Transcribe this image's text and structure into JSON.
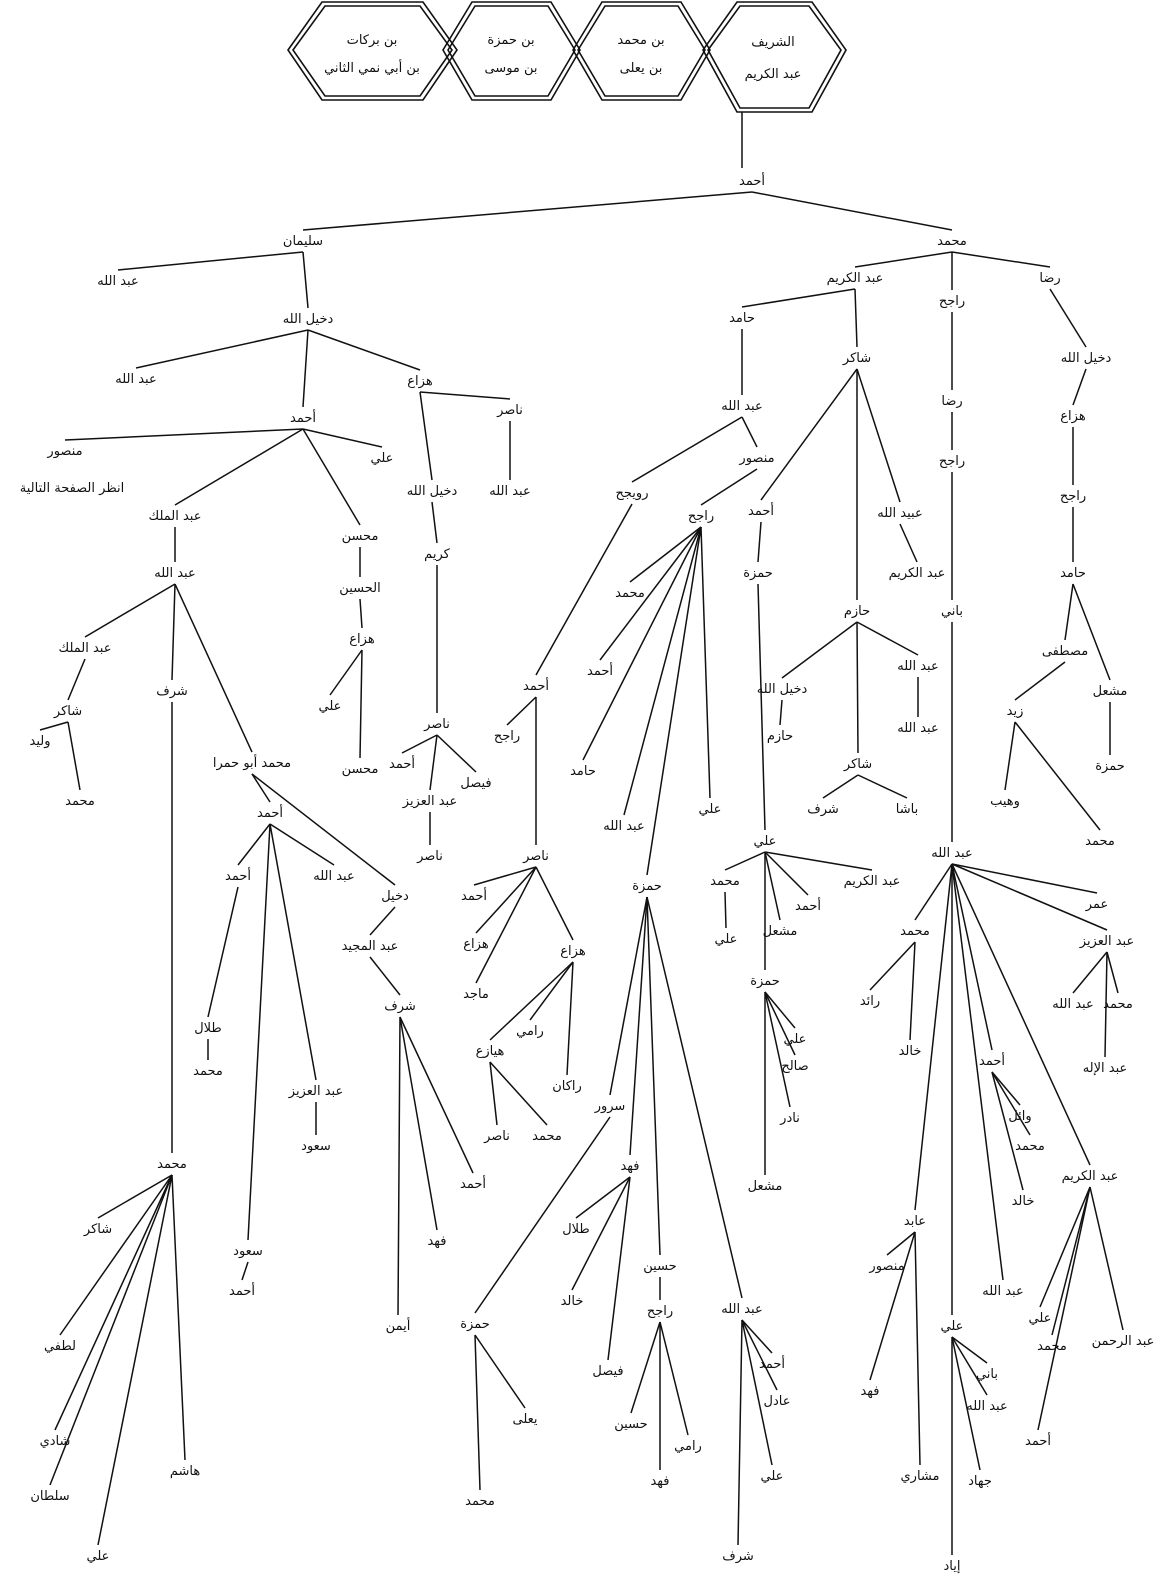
{
  "header_lineage": [
    {
      "line1": "بن بركات",
      "line2": "بن أبي نمي الثاني"
    },
    {
      "line1": "بن حمزة",
      "line2": "بن موسى"
    },
    {
      "line1": "بن محمد",
      "line2": "بن يعلى"
    },
    {
      "line1": "الشريف",
      "line2": "عبد الكريم"
    }
  ],
  "annotations": {
    "see_next_page": "انظر الصفحة التالية"
  },
  "people": [
    {
      "id": "root",
      "name": "أحمد"
    },
    {
      "id": "sulayman",
      "name": "سليمان",
      "parent": "root"
    },
    {
      "id": "muhammad1",
      "name": "محمد",
      "parent": "root"
    },
    {
      "id": "abdullah_s",
      "name": "عبد الله",
      "parent": "sulayman"
    },
    {
      "id": "dakhilullah_s",
      "name": "دخيل الله",
      "parent": "sulayman"
    },
    {
      "id": "abdullah_d",
      "name": "عبد الله",
      "parent": "dakhilullah_s"
    },
    {
      "id": "ahmad_d",
      "name": "أحمد",
      "parent": "dakhilullah_s"
    },
    {
      "id": "hazza_d",
      "name": "هزاع",
      "parent": "dakhilullah_s"
    },
    {
      "id": "mansur_a",
      "name": "منصور",
      "parent": "ahmad_d"
    },
    {
      "id": "abdulmalik_a",
      "name": "عبد الملك",
      "parent": "ahmad_d"
    },
    {
      "id": "muhsin_a",
      "name": "محسن",
      "parent": "ahmad_d"
    },
    {
      "id": "ali_a",
      "name": "علي",
      "parent": "ahmad_d"
    },
    {
      "id": "abdullah_am",
      "name": "عبد الله",
      "parent": "abdulmalik_a"
    },
    {
      "id": "abdulmalik_2",
      "name": "عبد الملك",
      "parent": "abdullah_am"
    },
    {
      "id": "sharaf_1",
      "name": "شرف",
      "parent": "abdullah_am"
    },
    {
      "id": "muhammad_abu",
      "name": "محمد أبو حمرا",
      "parent": "abdullah_am"
    },
    {
      "id": "shakir_am",
      "name": "شاكر",
      "parent": "abdulmalik_2"
    },
    {
      "id": "walid_am",
      "name": "وليد",
      "parent": "shakir_am"
    },
    {
      "id": "muhammad_sh",
      "name": "محمد",
      "parent": "shakir_am"
    },
    {
      "id": "muhammad_s2",
      "name": "محمد",
      "parent": "sharaf_1"
    },
    {
      "id": "shakir_m",
      "name": "شاكر",
      "parent": "muhammad_s2"
    },
    {
      "id": "lutfi",
      "name": "لطفي",
      "parent": "muhammad_s2"
    },
    {
      "id": "shadi",
      "name": "شادي",
      "parent": "muhammad_s2"
    },
    {
      "id": "sultan",
      "name": "سلطان",
      "parent": "muhammad_s2"
    },
    {
      "id": "ali_m",
      "name": "علي",
      "parent": "muhammad_s2"
    },
    {
      "id": "hashim",
      "name": "هاشم",
      "parent": "muhammad_s2"
    },
    {
      "id": "ahmad_ab",
      "name": "أحمد",
      "parent": "muhammad_abu"
    },
    {
      "id": "dakhil_ab",
      "name": "دخيل",
      "parent": "muhammad_abu"
    },
    {
      "id": "ahmad_ab2",
      "name": "أحمد",
      "parent": "ahmad_ab"
    },
    {
      "id": "abdullah_ab",
      "name": "عبد الله",
      "parent": "ahmad_ab"
    },
    {
      "id": "sud_ab",
      "name": "سعود",
      "parent": "ahmad_ab"
    },
    {
      "id": "abdulaziz_ab",
      "name": "عبد العزيز",
      "parent": "ahmad_ab"
    },
    {
      "id": "talal_ab",
      "name": "طلال",
      "parent": "ahmad_ab2"
    },
    {
      "id": "muhammad_t",
      "name": "محمد",
      "parent": "talal_ab"
    },
    {
      "id": "sud_aa",
      "name": "سعود",
      "parent": "abdulaziz_ab"
    },
    {
      "id": "ahmad_sud",
      "name": "أحمد",
      "parent": "sud_ab"
    },
    {
      "id": "abdulmajid",
      "name": "عبد المجيد",
      "parent": "dakhil_ab"
    },
    {
      "id": "sharaf_2",
      "name": "شرف",
      "parent": "abdulmajid"
    },
    {
      "id": "ayman",
      "name": "أيمن",
      "parent": "sharaf_2"
    },
    {
      "id": "fahd_sh",
      "name": "فهد",
      "parent": "sharaf_2"
    },
    {
      "id": "ahmad_sh2",
      "name": "أحمد",
      "parent": "sharaf_2"
    },
    {
      "id": "husayn_mu",
      "name": "الحسين",
      "parent": "muhsin_a"
    },
    {
      "id": "hazza_mu",
      "name": "هزاع",
      "parent": "husayn_mu"
    },
    {
      "id": "ali_hz",
      "name": "علي",
      "parent": "hazza_mu"
    },
    {
      "id": "muhsin_hz",
      "name": "محسن",
      "parent": "hazza_mu"
    },
    {
      "id": "nasir_h",
      "name": "ناصر",
      "parent": "hazza_d"
    },
    {
      "id": "dakhilullah_h",
      "name": "دخيل الله",
      "parent": "hazza_d"
    },
    {
      "id": "abdullah_n",
      "name": "عبد الله",
      "parent": "nasir_h"
    },
    {
      "id": "karim_h",
      "name": "كريم",
      "parent": "dakhilullah_h"
    },
    {
      "id": "nasir_k",
      "name": "ناصر",
      "parent": "karim_h"
    },
    {
      "id": "ahmad_nk",
      "name": "أحمد",
      "parent": "nasir_k"
    },
    {
      "id": "faysal_nk",
      "name": "فيصل",
      "parent": "nasir_k"
    },
    {
      "id": "abdulaziz_nk",
      "name": "عبد العزيز",
      "parent": "nasir_k"
    },
    {
      "id": "nasir_az",
      "name": "ناصر",
      "parent": "abdulaziz_nk"
    },
    {
      "id": "rida",
      "name": "رضا",
      "parent": "muhammad1"
    },
    {
      "id": "rajih_1",
      "name": "راجح",
      "parent": "muhammad1"
    },
    {
      "id": "abdulkarim_1",
      "name": "عبد الكريم",
      "parent": "muhammad1"
    },
    {
      "id": "dakhilullah_r",
      "name": "دخيل الله",
      "parent": "rida"
    },
    {
      "id": "hazza_r",
      "name": "هزاع",
      "parent": "dakhilullah_r"
    },
    {
      "id": "rajih_r",
      "name": "راجح",
      "parent": "hazza_r"
    },
    {
      "id": "hamid_r",
      "name": "حامد",
      "parent": "rajih_r"
    },
    {
      "id": "mustafa",
      "name": "مصطفى",
      "parent": "hamid_r"
    },
    {
      "id": "mishal_r",
      "name": "مشعل",
      "parent": "hamid_r"
    },
    {
      "id": "zayd_r",
      "name": "زيد",
      "parent": "mustafa"
    },
    {
      "id": "wahib",
      "name": "وهيب",
      "parent": "zayd_r"
    },
    {
      "id": "muhammad_z",
      "name": "محمد",
      "parent": "zayd_r"
    },
    {
      "id": "hamza_ms",
      "name": "حمزة",
      "parent": "mishal_r"
    },
    {
      "id": "rida_2",
      "name": "رضا",
      "parent": "rajih_1"
    },
    {
      "id": "rajih_2",
      "name": "راجح",
      "parent": "rida_2"
    },
    {
      "id": "bani_r",
      "name": "باني",
      "parent": "rajih_2"
    },
    {
      "id": "abdullah_br",
      "name": "عبد الله",
      "parent": "bani_r"
    },
    {
      "id": "muhammad_b",
      "name": "محمد",
      "parent": "abdullah_br"
    },
    {
      "id": "raid",
      "name": "رائد",
      "parent": "muhammad_b"
    },
    {
      "id": "khalid_b",
      "name": "خالد",
      "parent": "muhammad_b"
    },
    {
      "id": "abid",
      "name": "عابد",
      "parent": "abdullah_br"
    },
    {
      "id": "mansur_ab",
      "name": "منصور",
      "parent": "abid"
    },
    {
      "id": "fahd_ab",
      "name": "فهد",
      "parent": "abid"
    },
    {
      "id": "mishari",
      "name": "مشاري",
      "parent": "abid"
    },
    {
      "id": "ali_br",
      "name": "علي",
      "parent": "abdullah_br"
    },
    {
      "id": "bani_ali",
      "name": "باني",
      "parent": "ali_br"
    },
    {
      "id": "abdullah_ali",
      "name": "عبد الله",
      "parent": "ali_br"
    },
    {
      "id": "jihad",
      "name": "جهاد",
      "parent": "ali_br"
    },
    {
      "id": "iyad",
      "name": "إياد",
      "parent": "ali_br"
    },
    {
      "id": "abdullah_br2",
      "name": "عبد الله",
      "parent": "abdullah_br"
    },
    {
      "id": "ahmad_br",
      "name": "أحمد",
      "parent": "abdullah_br"
    },
    {
      "id": "wail",
      "name": "وائل",
      "parent": "ahmad_br"
    },
    {
      "id": "muhammad_ah",
      "name": "محمد",
      "parent": "ahmad_br"
    },
    {
      "id": "khalid_ah",
      "name": "خالد",
      "parent": "ahmad_br"
    },
    {
      "id": "abdulkarim_br",
      "name": "عبد الكريم",
      "parent": "abdullah_br"
    },
    {
      "id": "ali_ak",
      "name": "علي",
      "parent": "abdulkarim_br"
    },
    {
      "id": "muhammad_ak",
      "name": "محمد",
      "parent": "abdulkarim_br"
    },
    {
      "id": "ahmad_ak",
      "name": "أحمد",
      "parent": "abdulkarim_br"
    },
    {
      "id": "abdulrahman",
      "name": "عبد الرحمن",
      "parent": "abdulkarim_br"
    },
    {
      "id": "umar",
      "name": "عمر",
      "parent": "abdullah_br"
    },
    {
      "id": "abdulaziz_br",
      "name": "عبد العزيز",
      "parent": "abdullah_br"
    },
    {
      "id": "abdullah_az",
      "name": "عبد الله",
      "parent": "abdulaziz_br"
    },
    {
      "id": "muhammad_az",
      "name": "محمد",
      "parent": "abdulaziz_br"
    },
    {
      "id": "abdulilah",
      "name": "عبد الإله",
      "parent": "abdulaziz_br"
    },
    {
      "id": "hamid_k",
      "name": "حامد",
      "parent": "abdulkarim_1"
    },
    {
      "id": "shakir_k",
      "name": "شاكر",
      "parent": "abdulkarim_1"
    },
    {
      "id": "abdullah_hk",
      "name": "عبد الله",
      "parent": "hamid_k"
    },
    {
      "id": "ruwayhi",
      "name": "رويجح",
      "parent": "abdullah_hk"
    },
    {
      "id": "mansur_hk",
      "name": "منصور",
      "parent": "abdullah_hk"
    },
    {
      "id": "ahmad_rw",
      "name": "أحمد",
      "parent": "ruwayhi"
    },
    {
      "id": "rajih_rw",
      "name": "راجح",
      "parent": "ahmad_rw"
    },
    {
      "id": "nasir_rw",
      "name": "ناصر",
      "parent": "ahmad_rw"
    },
    {
      "id": "ahmad_nr",
      "name": "أحمد",
      "parent": "nasir_rw"
    },
    {
      "id": "hazza_nr",
      "name": "هزاع",
      "parent": "nasir_rw"
    },
    {
      "id": "majid_nr",
      "name": "ماجد",
      "parent": "nasir_rw"
    },
    {
      "id": "hazza_nr2",
      "name": "هزاع",
      "parent": "nasir_rw"
    },
    {
      "id": "rami_nr",
      "name": "رامي",
      "parent": "hazza_nr2"
    },
    {
      "id": "rakan_nr",
      "name": "راكان",
      "parent": "hazza_nr2"
    },
    {
      "id": "hayazi",
      "name": "هيازع",
      "parent": "hazza_nr2"
    },
    {
      "id": "muhammad_hy",
      "name": "محمد",
      "parent": "hayazi"
    },
    {
      "id": "nasir_hy",
      "name": "ناصر",
      "parent": "hayazi"
    },
    {
      "id": "rajih_mn",
      "name": "راجح",
      "parent": "mansur_hk"
    },
    {
      "id": "muhammad_rm",
      "name": "محمد",
      "parent": "rajih_mn"
    },
    {
      "id": "ahmad_rm",
      "name": "أحمد",
      "parent": "rajih_mn"
    },
    {
      "id": "hamid_rm",
      "name": "حامد",
      "parent": "rajih_mn"
    },
    {
      "id": "abdullah_rm",
      "name": "عبد الله",
      "parent": "rajih_mn"
    },
    {
      "id": "ali_rm",
      "name": "علي",
      "parent": "rajih_mn"
    },
    {
      "id": "hamza_rm",
      "name": "حمزة",
      "parent": "rajih_mn"
    },
    {
      "id": "surur",
      "name": "سرور",
      "parent": "hamza_rm"
    },
    {
      "id": "fahd_sr",
      "name": "فهد",
      "parent": "hamza_rm"
    },
    {
      "id": "talal_f",
      "name": "طلال",
      "parent": "fahd_sr"
    },
    {
      "id": "khalid_f",
      "name": "خالد",
      "parent": "fahd_sr"
    },
    {
      "id": "faysal_f",
      "name": "فيصل",
      "parent": "fahd_sr"
    },
    {
      "id": "husayn_h",
      "name": "حسين",
      "parent": "hamza_rm"
    },
    {
      "id": "rajih_h",
      "name": "راجح",
      "parent": "husayn_h"
    },
    {
      "id": "husayn_rj",
      "name": "حسين",
      "parent": "rajih_h"
    },
    {
      "id": "fahd_rj",
      "name": "فهد",
      "parent": "rajih_h"
    },
    {
      "id": "rami_rj",
      "name": "رامي",
      "parent": "rajih_h"
    },
    {
      "id": "hamza_sr",
      "name": "حمزة",
      "parent": "surur"
    },
    {
      "id": "yala",
      "name": "يعلى",
      "parent": "hamza_sr"
    },
    {
      "id": "muhammad_hs",
      "name": "محمد",
      "parent": "hamza_sr"
    },
    {
      "id": "abdullah_hz",
      "name": "عبد الله",
      "parent": "hamza_rm"
    },
    {
      "id": "ahmad_ahz",
      "name": "أحمد",
      "parent": "abdullah_hz"
    },
    {
      "id": "adil",
      "name": "عادل",
      "parent": "abdullah_hz"
    },
    {
      "id": "ali_ahz",
      "name": "علي",
      "parent": "abdullah_hz"
    },
    {
      "id": "sharaf_ahz",
      "name": "شرف",
      "parent": "abdullah_hz"
    },
    {
      "id": "ahmad_sk",
      "name": "أحمد",
      "parent": "shakir_k"
    },
    {
      "id": "hamza_sk",
      "name": "حمزة",
      "parent": "ahmad_sk"
    },
    {
      "id": "ali_sk",
      "name": "علي",
      "parent": "hamza_sk"
    },
    {
      "id": "muhammad_ask",
      "name": "محمد",
      "parent": "ali_sk"
    },
    {
      "id": "ali_ask",
      "name": "علي",
      "parent": "muhammad_ask"
    },
    {
      "id": "mishal_ask",
      "name": "مشعل",
      "parent": "ali_sk"
    },
    {
      "id": "ahmad_ask",
      "name": "أحمد",
      "parent": "ali_sk"
    },
    {
      "id": "abdulkarim_ask",
      "name": "عبد الكريم",
      "parent": "ali_sk"
    },
    {
      "id": "hamza_ask",
      "name": "حمزة",
      "parent": "ali_sk"
    },
    {
      "id": "ali_hk",
      "name": "علي",
      "parent": "hamza_ask"
    },
    {
      "id": "salih_hk",
      "name": "صالح",
      "parent": "hamza_ask"
    },
    {
      "id": "nadir_hk",
      "name": "نادر",
      "parent": "hamza_ask"
    },
    {
      "id": "mishal_hk",
      "name": "مشعل",
      "parent": "hamza_ask"
    },
    {
      "id": "hazim_sk",
      "name": "حازم",
      "parent": "shakir_k"
    },
    {
      "id": "dakhilullah_hz",
      "name": "دخيل الله",
      "parent": "hazim_sk"
    },
    {
      "id": "hazim_2",
      "name": "حازم",
      "parent": "dakhilullah_hz"
    },
    {
      "id": "abdullah_hz2",
      "name": "عبد الله",
      "parent": "hazim_sk"
    },
    {
      "id": "abdullah_hz3",
      "name": "عبد الله",
      "parent": "abdullah_hz2"
    },
    {
      "id": "shakir_hz",
      "name": "شاكر",
      "parent": "hazim_sk"
    },
    {
      "id": "sharaf_hz",
      "name": "شرف",
      "parent": "shakir_hz"
    },
    {
      "id": "basha",
      "name": "باشا",
      "parent": "shakir_hz"
    },
    {
      "id": "ubaydullah",
      "name": "عبيد الله",
      "parent": "shakir_k"
    },
    {
      "id": "abdulkarim_ub",
      "name": "عبد الكريم",
      "parent": "ubaydullah"
    }
  ]
}
